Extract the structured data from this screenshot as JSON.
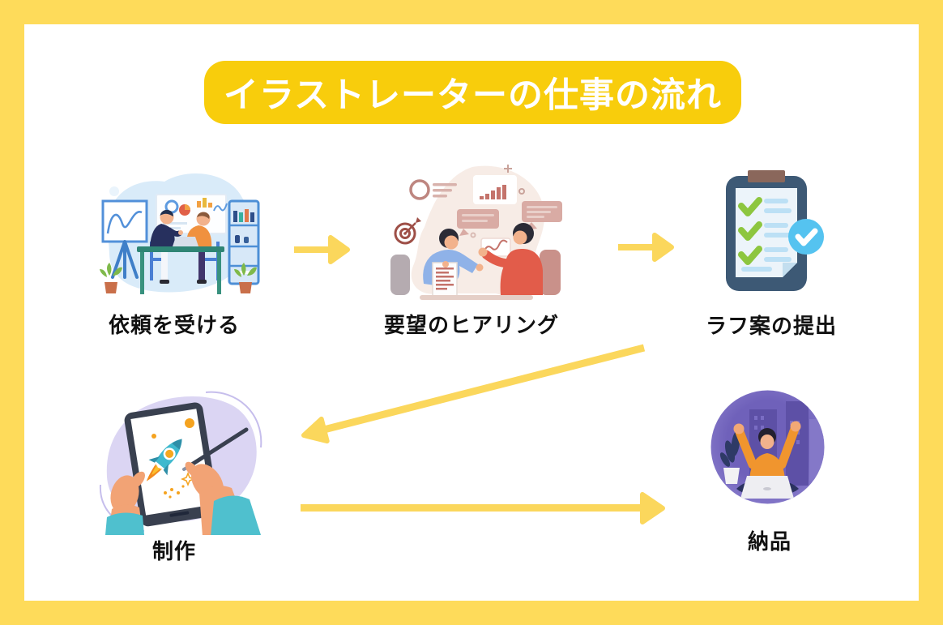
{
  "page": {
    "title": "イラストレーターの仕事の流れ"
  },
  "colors": {
    "frame_border": "#FEDB5A",
    "title_banner": "#F8CD0C",
    "title_text": "#FFFFFF",
    "arrow": "#FBD75C",
    "label_text": "#111111",
    "background": "#FFFFFF"
  },
  "steps": [
    {
      "label": "依頼を受ける",
      "icon": "office-meeting-illustration"
    },
    {
      "label": "要望のヒアリング",
      "icon": "interview-discussion-illustration"
    },
    {
      "label": "ラフ案の提出",
      "icon": "clipboard-checklist-illustration"
    },
    {
      "label": "制作",
      "icon": "tablet-drawing-illustration"
    },
    {
      "label": "納品",
      "icon": "celebration-delivery-illustration"
    }
  ],
  "flow": [
    {
      "from": "依頼を受ける",
      "to": "要望のヒアリング"
    },
    {
      "from": "要望のヒアリング",
      "to": "ラフ案の提出"
    },
    {
      "from": "ラフ案の提出",
      "to": "制作"
    },
    {
      "from": "制作",
      "to": "納品"
    }
  ]
}
